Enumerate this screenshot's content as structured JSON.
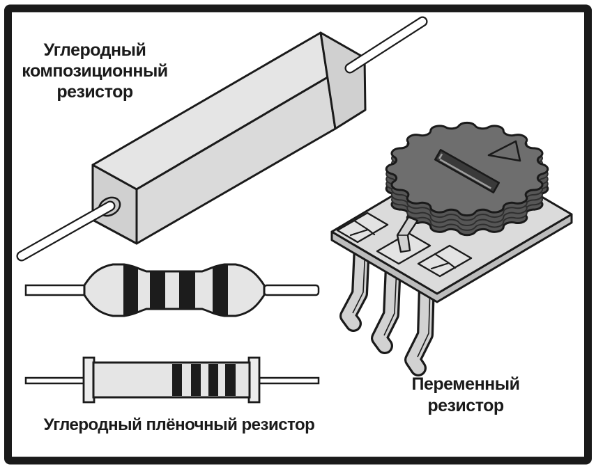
{
  "diagram": {
    "description": "Types of resistors illustration",
    "labels": {
      "carbon_composition": {
        "lines": [
          "Углеродный",
          "композиционный",
          "резистор"
        ]
      },
      "carbon_film": {
        "text": "Углеродный плёночный резистор"
      },
      "variable": {
        "lines": [
          "Переменный",
          "резистор"
        ]
      }
    },
    "parts": [
      {
        "name": "carbon-composition-resistor",
        "color_bands": 0,
        "leads": 2
      },
      {
        "name": "axial-bead-resistor",
        "color_bands": 4,
        "leads": 2
      },
      {
        "name": "carbon-film-resistor",
        "color_bands": 4,
        "leads": 2
      },
      {
        "name": "variable-resistor",
        "legs": 3,
        "knob_teeth": 16
      }
    ]
  },
  "colors": {
    "paper": "#ffffff",
    "ink": "#1a1a1a",
    "body_light": "#e5e5e5",
    "body_mid": "#dadada",
    "body_dark": "#d0d0d0",
    "cap": "#ececec",
    "hole": "#c9c9c9",
    "metal_leg": "#d2d2d2",
    "band": "#1c1c1c",
    "wire": "#ffffff",
    "knob_top": "#6e6e6e",
    "knob_side": "#565656",
    "slot": "#3a3a3a",
    "slot_highlight": "#9e9e9e",
    "plate_top": "#dbdbdb",
    "plate_side": "#bdbdbd",
    "pad": "#e3e3e3"
  }
}
